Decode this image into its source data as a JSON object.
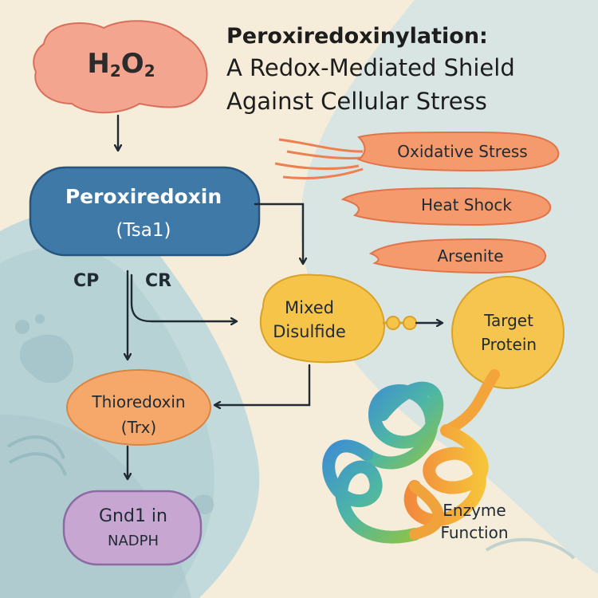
{
  "title": {
    "line1": "Peroxiredoxinylation:",
    "line2": "A Redox-Mediated Shield",
    "line3": "Against Cellular Stress"
  },
  "nodes": {
    "h2o2": {
      "base": "H",
      "sub1": "2",
      "mid": "O",
      "sub2": "2"
    },
    "peroxiredoxin": {
      "line1": "Peroxiredoxin",
      "line2": "(Tsa1)"
    },
    "cp": "CP",
    "cr": "CR",
    "mixed_disulfide": {
      "line1": "Mixed",
      "line2": "Disulfide"
    },
    "target_protein": {
      "line1": "Target",
      "line2": "Protein"
    },
    "thioredoxin": {
      "line1": "Thioredoxin",
      "line2": "(Trx)"
    },
    "gnd1": {
      "line1": "Gnd1 in",
      "line2": "NADPH"
    },
    "enzyme_function": {
      "line1": "Enzyme",
      "line2": "Function"
    }
  },
  "stressors": [
    "Oxidative Stress",
    "Heat Shock",
    "Arsenite"
  ],
  "colors": {
    "background": "#f5ecd9",
    "cell": "#cfe1e3",
    "h2o2": "#f4a58f",
    "peroxiredoxin": "#3f79a8",
    "stress": "#f59a6c",
    "mixed_disulfide": "#f7c44a",
    "target_protein": "#f6c54f",
    "thioredoxin": "#f6a86a",
    "gnd1": "#c7a6d1",
    "arrow": "#1f2a33"
  }
}
